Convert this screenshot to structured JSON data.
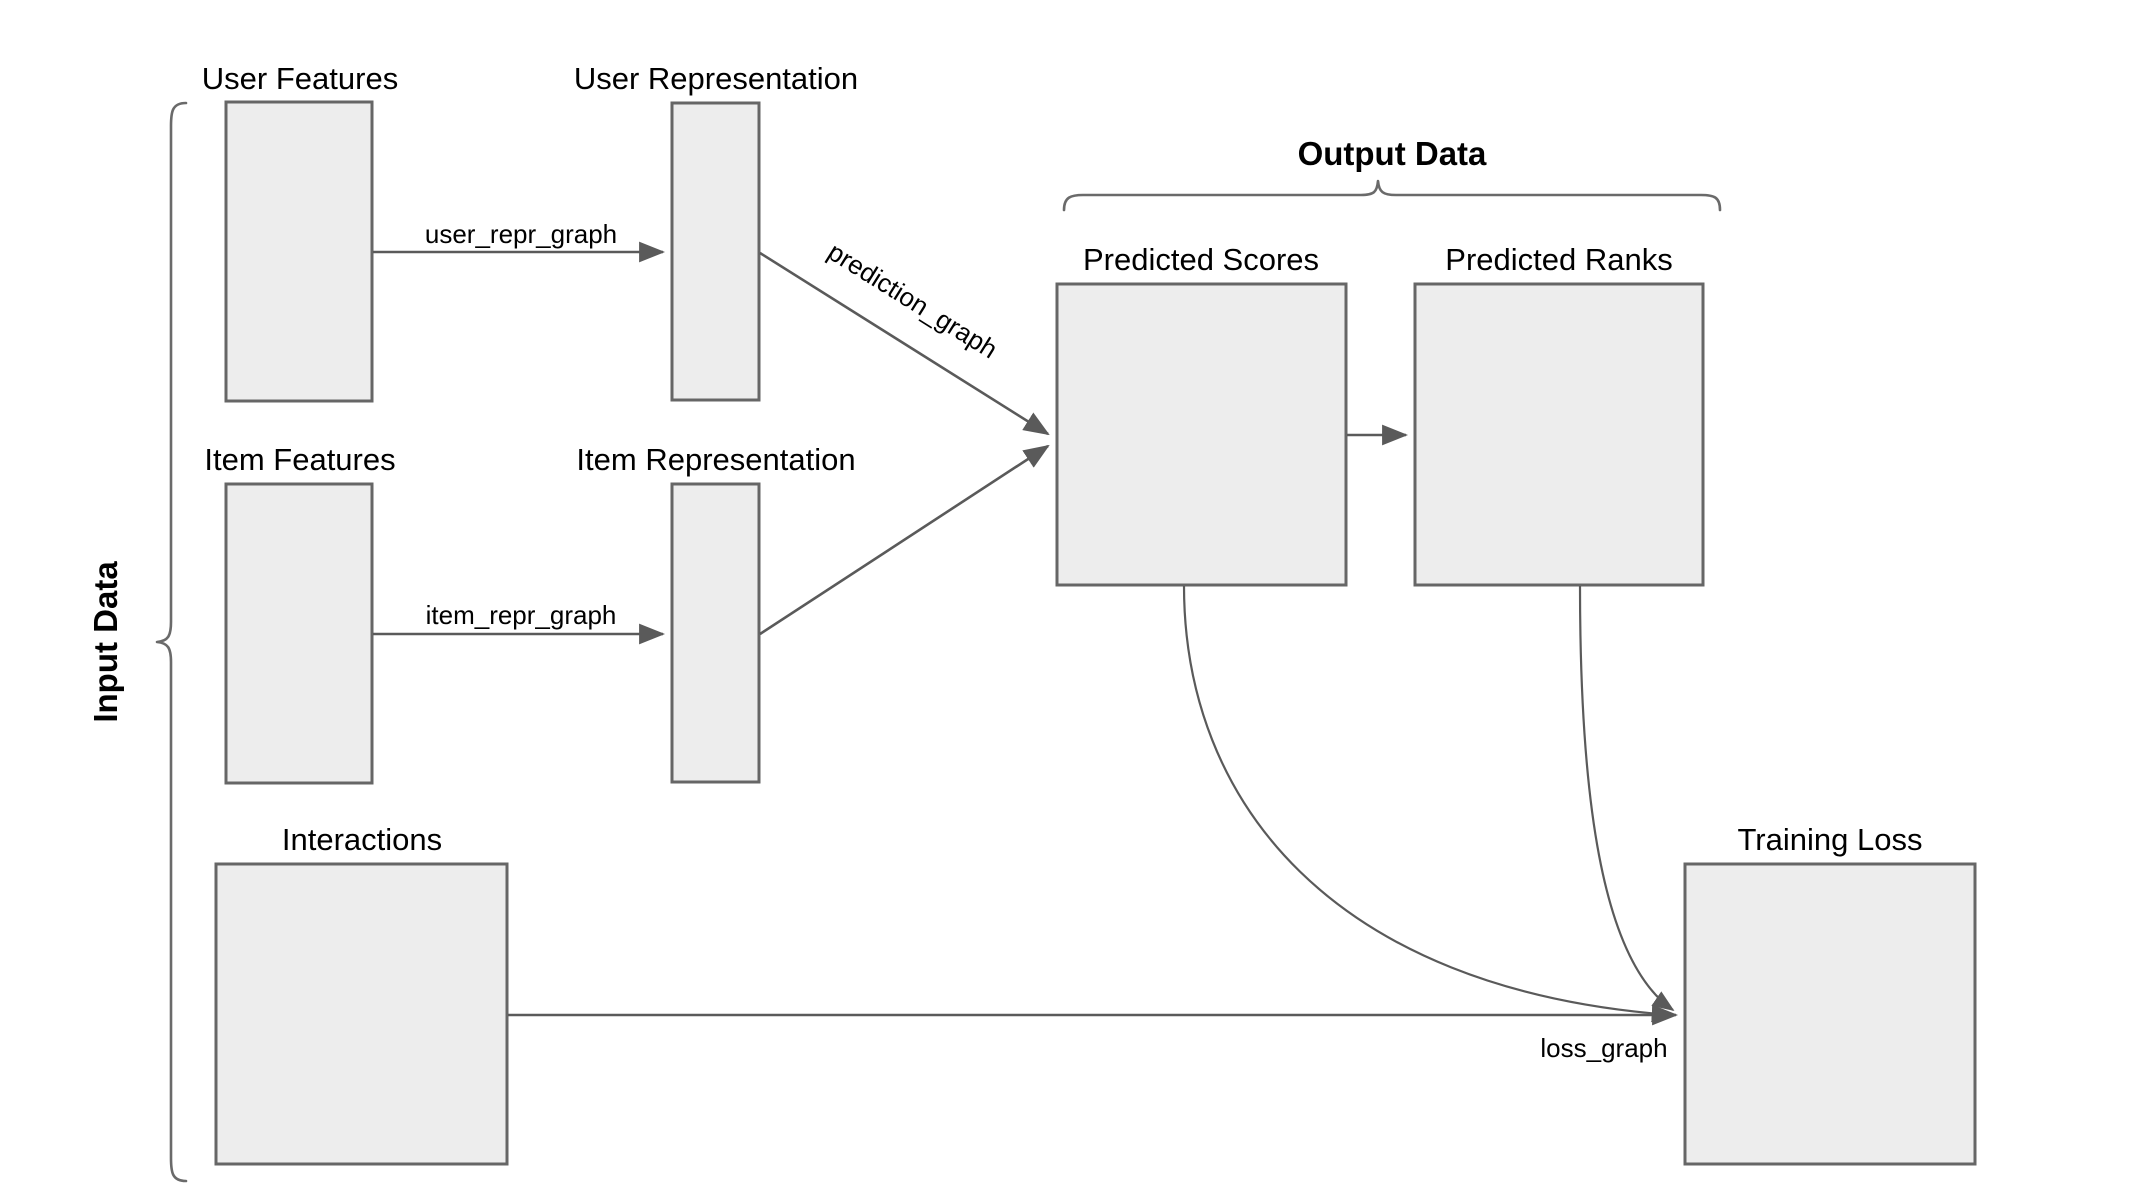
{
  "diagram": {
    "title": "Recommender model data-flow diagram",
    "background_color": "#ffffff",
    "box_fill_color": "#ededed",
    "box_stroke_color": "#666666",
    "edge_color": "#5a5a5a",
    "text_color": "#000000",
    "groups": [
      {
        "id": "input-data",
        "label": "Input Data",
        "orientation": "vertical-left"
      },
      {
        "id": "output-data",
        "label": "Output Data",
        "orientation": "horizontal-top"
      }
    ],
    "nodes": [
      {
        "id": "user-features",
        "label": "User Features",
        "group": "input-data"
      },
      {
        "id": "item-features",
        "label": "Item Features",
        "group": "input-data"
      },
      {
        "id": "interactions",
        "label": "Interactions",
        "group": "input-data"
      },
      {
        "id": "user-representation",
        "label": "User Representation",
        "group": null
      },
      {
        "id": "item-representation",
        "label": "Item Representation",
        "group": null
      },
      {
        "id": "predicted-scores",
        "label": "Predicted Scores",
        "group": "output-data"
      },
      {
        "id": "predicted-ranks",
        "label": "Predicted Ranks",
        "group": "output-data"
      },
      {
        "id": "training-loss",
        "label": "Training Loss",
        "group": null
      }
    ],
    "edges": [
      {
        "id": "user-repr-graph",
        "label": "user_repr_graph",
        "from": "user-features",
        "to": "user-representation"
      },
      {
        "id": "item-repr-graph",
        "label": "item_repr_graph",
        "from": "item-features",
        "to": "item-representation"
      },
      {
        "id": "prediction-graph",
        "label": "prediction_graph",
        "from": "user-representation",
        "to": "predicted-scores"
      },
      {
        "id": "prediction-graph-item",
        "label": "",
        "from": "item-representation",
        "to": "predicted-scores"
      },
      {
        "id": "scores-to-ranks",
        "label": "",
        "from": "predicted-scores",
        "to": "predicted-ranks"
      },
      {
        "id": "scores-to-loss",
        "label": "",
        "from": "predicted-scores",
        "to": "training-loss"
      },
      {
        "id": "ranks-to-loss",
        "label": "",
        "from": "predicted-ranks",
        "to": "training-loss"
      },
      {
        "id": "loss-graph",
        "label": "loss_graph",
        "from": "interactions",
        "to": "training-loss"
      }
    ]
  }
}
